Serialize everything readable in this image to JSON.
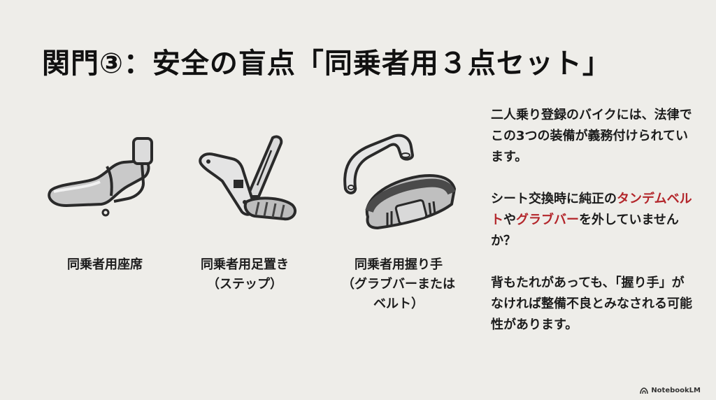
{
  "slide": {
    "title": "関門③：安全の盲点「同乗者用３点セット」",
    "items": [
      {
        "icon": "passenger-seat-icon",
        "label": "同乗者用座席"
      },
      {
        "icon": "footrest-step-icon",
        "label": "同乗者用足置き\n（ステップ）"
      },
      {
        "icon": "grab-bar-belt-icon",
        "label": "同乗者用握り手\n（グラブバーまたは\nベルト）"
      }
    ],
    "side_text": {
      "para1": "二人乗り登録のバイクには、法律でこの3つの装備が義務付けられています。",
      "para2": {
        "part1": "シート交換時に純正の",
        "highlight1": "タンデムベルト",
        "part2": "や",
        "highlight2": "グラブバー",
        "part3": "を外していませんか？"
      },
      "para3": "背もたれがあっても、「握り手」がなければ整備不良とみなされる可能性があります。"
    },
    "brand": "NotebookLM",
    "colors": {
      "background": "#eeede9",
      "text": "#1a1a1a",
      "accent": "#b3262b"
    }
  }
}
